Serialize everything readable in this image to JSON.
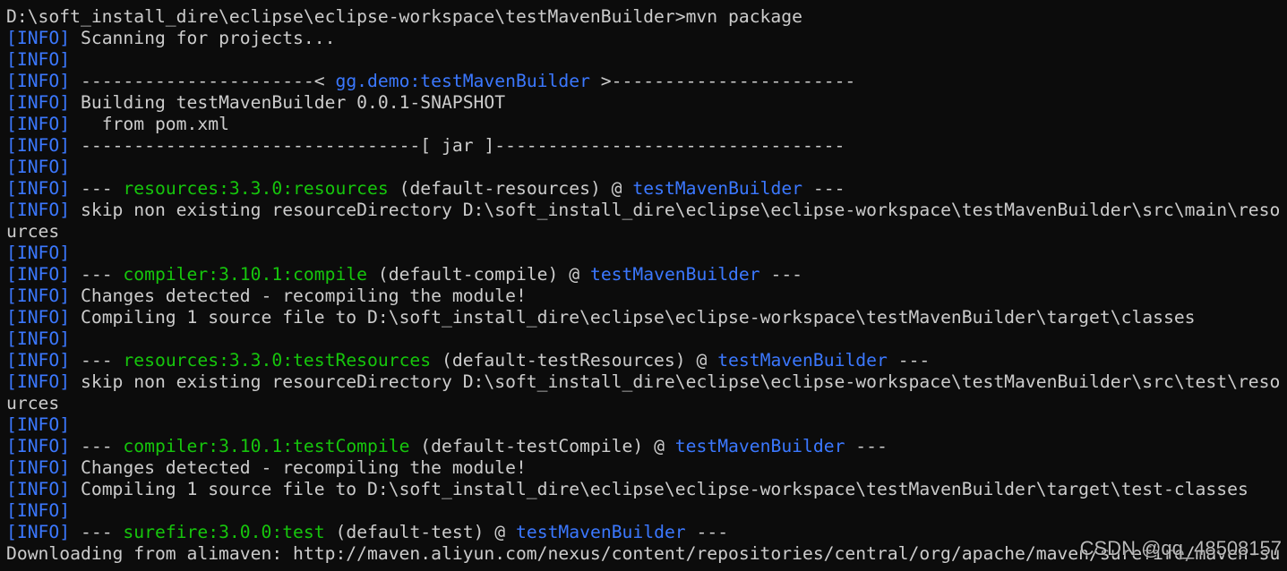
{
  "terminal": {
    "lines": [
      {
        "type": "plain",
        "text": "D:\\soft_install_dire\\eclipse\\eclipse-workspace\\testMavenBuilder>mvn package"
      },
      {
        "type": "info",
        "text": "Scanning for projects..."
      },
      {
        "type": "info",
        "text": ""
      },
      {
        "type": "header",
        "left": "----------------------< ",
        "artifact": "gg.demo:testMavenBuilder",
        "right": " >-----------------------"
      },
      {
        "type": "info",
        "text": "Building testMavenBuilder 0.0.1-SNAPSHOT"
      },
      {
        "type": "info",
        "text": "  from pom.xml"
      },
      {
        "type": "info",
        "text": "--------------------------------[ jar ]---------------------------------"
      },
      {
        "type": "info",
        "text": ""
      },
      {
        "type": "goal",
        "goal": "resources:3.3.0:resources",
        "exec": "(default-resources)",
        "project": "testMavenBuilder"
      },
      {
        "type": "info",
        "text": "skip non existing resourceDirectory D:\\soft_install_dire\\eclipse\\eclipse-workspace\\testMavenBuilder\\src\\main\\reso"
      },
      {
        "type": "plain",
        "text": "urces"
      },
      {
        "type": "info",
        "text": ""
      },
      {
        "type": "goal",
        "goal": "compiler:3.10.1:compile",
        "exec": "(default-compile)",
        "project": "testMavenBuilder"
      },
      {
        "type": "info",
        "text": "Changes detected - recompiling the module!"
      },
      {
        "type": "info",
        "text": "Compiling 1 source file to D:\\soft_install_dire\\eclipse\\eclipse-workspace\\testMavenBuilder\\target\\classes"
      },
      {
        "type": "info",
        "text": ""
      },
      {
        "type": "goal",
        "goal": "resources:3.3.0:testResources",
        "exec": "(default-testResources)",
        "project": "testMavenBuilder"
      },
      {
        "type": "info",
        "text": "skip non existing resourceDirectory D:\\soft_install_dire\\eclipse\\eclipse-workspace\\testMavenBuilder\\src\\test\\reso"
      },
      {
        "type": "plain",
        "text": "urces"
      },
      {
        "type": "info",
        "text": ""
      },
      {
        "type": "goal",
        "goal": "compiler:3.10.1:testCompile",
        "exec": "(default-testCompile)",
        "project": "testMavenBuilder"
      },
      {
        "type": "info",
        "text": "Changes detected - recompiling the module!"
      },
      {
        "type": "info",
        "text": "Compiling 1 source file to D:\\soft_install_dire\\eclipse\\eclipse-workspace\\testMavenBuilder\\target\\test-classes"
      },
      {
        "type": "info",
        "text": ""
      },
      {
        "type": "goal",
        "goal": "surefire:3.0.0:test",
        "exec": "(default-test)",
        "project": "testMavenBuilder"
      },
      {
        "type": "plain",
        "text": "Downloading from alimaven: http://maven.aliyun.com/nexus/content/repositories/central/org/apache/maven/surefire/maven-su"
      }
    ],
    "info_tag": "[INFO]",
    "goal_prefix": "--- ",
    "goal_suffix": " ---",
    "at_sign": "@"
  },
  "watermark": "CSDN @qq_48508157",
  "colors": {
    "background": "#0c0c0c",
    "text": "#cccccc",
    "info_tag": "#3b78ff",
    "plugin_goal": "#16c60c",
    "project": "#3b78ff"
  }
}
